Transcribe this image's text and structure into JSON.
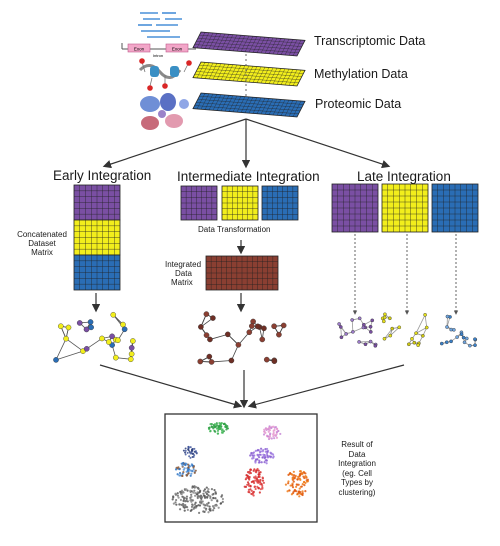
{
  "layers": {
    "transcriptomic": "Transcriptomic Data",
    "methylation": "Methylation Data",
    "proteomic": "Proteomic Data"
  },
  "gene": {
    "exon_left": "Exon",
    "exon_right": "Exon",
    "intron": "Intron"
  },
  "strategies": {
    "early": "Early Integration",
    "intermediate": "Intermediate Integration",
    "late": "Late Integration"
  },
  "early": {
    "matrix_label": [
      "Concatenated",
      "Dataset",
      "Matrix"
    ]
  },
  "intermediate": {
    "transformation": "Data Transformation",
    "matrix_label": [
      "Integrated",
      "Data",
      "Matrix"
    ]
  },
  "result": {
    "label": [
      "Result of",
      "Data",
      "Integration",
      "(eg. Cell",
      "Types by",
      "clustering)"
    ]
  },
  "colors": {
    "purple": "#7a4fa3",
    "yellow": "#f2ee1c",
    "blue": "#2a6db5",
    "brown": "#8a3f32",
    "grid_line": "#1a1a1a",
    "arrow": "#333333"
  }
}
